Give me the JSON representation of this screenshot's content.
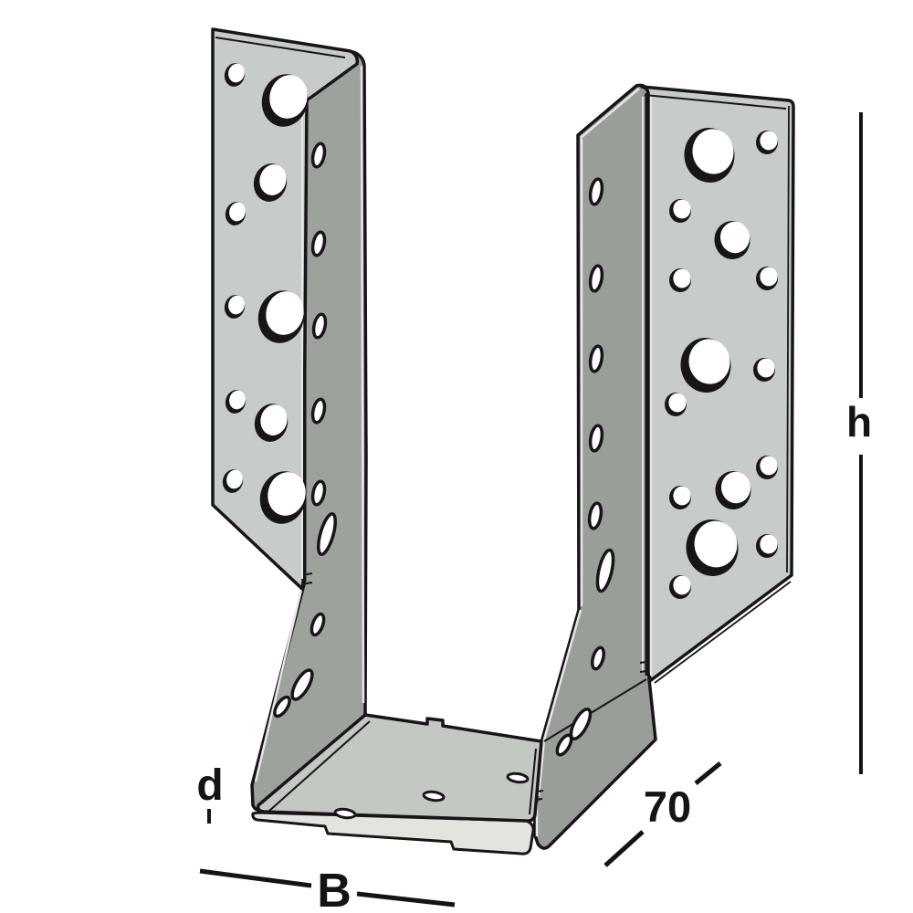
{
  "diagram": {
    "type": "technical-drawing",
    "subject": "perforated U-shaped joist hanger bracket, isometric view",
    "dimensions": {
      "height_label": "h",
      "depth_label": "70",
      "width_label": "B",
      "thickness_label": "d"
    },
    "colors": {
      "background": "#ffffff",
      "outline": "#161616",
      "flange_face": "#c8ccc8",
      "web_face_left": "#9da29d",
      "web_face_right": "#999e99",
      "base_top": "#c4c8c3",
      "base_edge_band": "#e2e4e0",
      "thickness_highlight": "#e6e8e5",
      "annotation": "#141414"
    }
  }
}
